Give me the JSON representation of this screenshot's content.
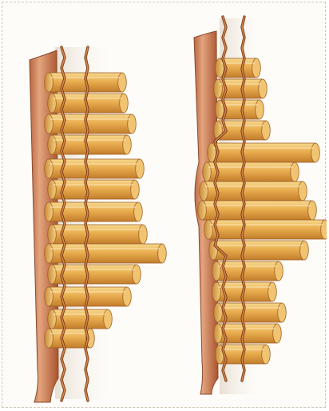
{
  "figure": {
    "panels": [
      {
        "id": "left-bundle",
        "layout": "flat-stack"
      },
      {
        "id": "right-bundle",
        "layout": "bulging-stack"
      }
    ],
    "colors": {
      "background": "#fefcf8",
      "frame_border": "#cfc6b6",
      "post_light": "#e3a47e",
      "post_dark": "#a8542e",
      "post_edge": "#8b4a2b",
      "fiber_light": "#f7d98f",
      "fiber_mid": "#e9ad4f",
      "fiber_dark": "#c27d2b",
      "fiber_edge": "#a0612a",
      "strand": "#b3632e",
      "shadow": "#d9cfc1"
    }
  }
}
